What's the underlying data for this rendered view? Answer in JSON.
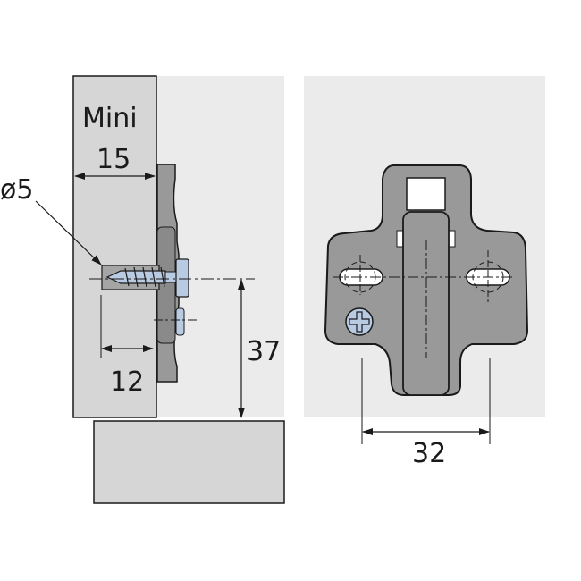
{
  "labels": {
    "mini": "Mini",
    "board_thickness": "15",
    "drill_diameter": "ø5",
    "drill_depth": "12",
    "height": "37",
    "hole_spacing": "32"
  },
  "colors": {
    "background": "#ffffff",
    "panel": "#ebebeb",
    "side_board": "#d6d6d6",
    "plate": "#999999",
    "screw": "#b9cbe2",
    "line": "#1a1a1a"
  }
}
